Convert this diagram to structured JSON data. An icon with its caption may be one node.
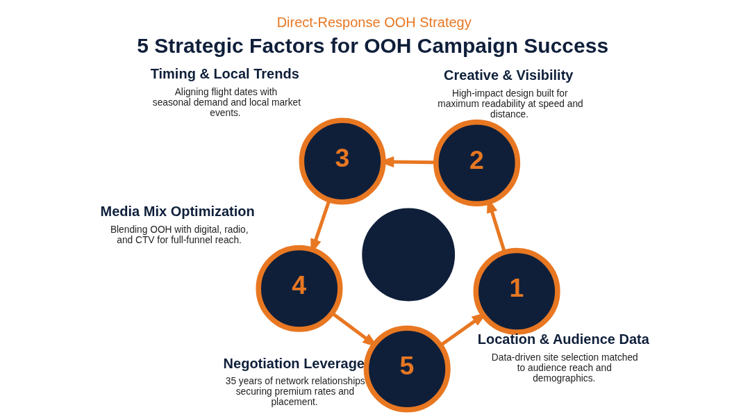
{
  "diagram": {
    "title": "5 Strategic Factors for OOH Campaign Success",
    "nodes": [
      {
        "text": [
          "1"
        ],
        "beside": [
          "Location & Audience Data",
          "Data-driven site selection matched to audience reach and demographics."
        ]
      },
      {
        "text": [
          "2"
        ],
        "beside": [
          "Creative & Visibility",
          "High-impact design built for maximum readability at speed and distance."
        ]
      },
      {
        "text": [
          "3"
        ],
        "beside": [
          "Timing & Local Trends",
          "Aligning flight dates with seasonal demand and local market events."
        ]
      },
      {
        "text": [
          "4"
        ],
        "beside": [
          "Media Mix Optimization",
          "Blending OOH with digital, radio, and CTV for full-funnel reach."
        ]
      },
      {
        "text": [
          "5"
        ],
        "beside": [
          "Negotiation Leverage",
          "35 years of network relationships securing premium rates and placement."
        ]
      },
      {
        "text": [],
        "shape": "circle"
      }
    ],
    "edges": [
      {
        "from": 0,
        "to": 1,
        "arrow": "to"
      },
      {
        "from": 1,
        "to": 2,
        "arrow": "to"
      },
      {
        "from": 2,
        "to": 3,
        "arrow": "to"
      },
      {
        "from": 3,
        "to": 4,
        "arrow": "to"
      },
      {
        "from": 4,
        "to": 0,
        "arrow": "to"
      }
    ],
    "labels": [
      "Direct-Response OOH Strategy"
    ]
  }
}
